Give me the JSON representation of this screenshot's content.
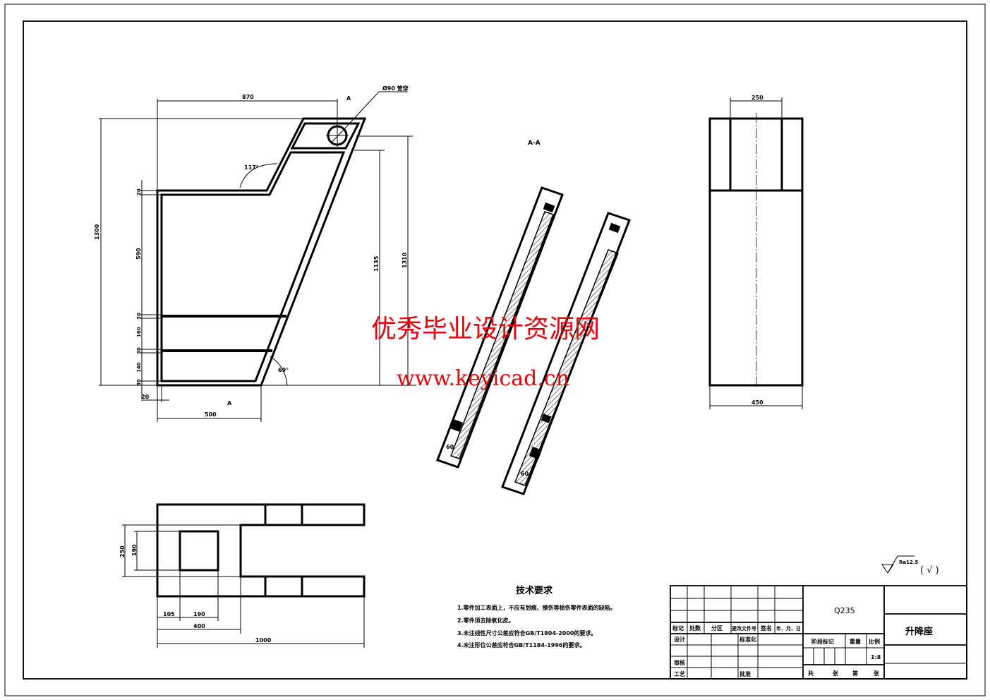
{
  "front_view": {
    "dims": {
      "width_top": "870",
      "height_total": "1300",
      "h_1135": "1135",
      "h_1310": "1310",
      "d_20_top": "20",
      "d_590": "590",
      "d_30_a": "30",
      "d_160": "160",
      "d_30_b": "30",
      "d_140": "140",
      "d_30_c": "30",
      "d_20_left": "20",
      "width_bottom": "500"
    },
    "angle_top": "117°",
    "angle_bottom": "69°",
    "pipe_note": "Ø90 管穿",
    "section_mark_top": "A",
    "section_mark_bottom": "A"
  },
  "section_view": {
    "title": "A-A",
    "dim_left": "60",
    "dim_right": "60"
  },
  "side_view": {
    "dim_top": "250",
    "dim_bottom": "450"
  },
  "plan_view": {
    "dim_250": "250",
    "dim_190_v": "190",
    "dim_105": "105",
    "dim_190_h": "190",
    "dim_400": "400",
    "dim_1000": "1000"
  },
  "watermark": {
    "line1": "优秀毕业设计资源网",
    "line2": "www.keyicad.cn"
  },
  "roughness": {
    "value": "Ra12.5",
    "other": "( √ )"
  },
  "tech_requirements": {
    "title": "技术要求",
    "items": [
      "1.零件加工表面上，不应有划痕、擦伤等损伤零件表面的缺陷。",
      "2.零件须去除氧化皮。",
      "3.未注线性尺寸公差应符合GB/T1804-2000的要求。",
      "4.未注形位公差应符合GB/T1184-1996的要求。"
    ]
  },
  "title_block": {
    "material": "Q235",
    "part_name": "升降座",
    "headers": [
      "标记",
      "处数",
      "分区",
      "更改文件号",
      "签名",
      "年、月、日"
    ],
    "design": "设计",
    "standardization": "标准化",
    "review": "审核",
    "process": "工艺",
    "approve": "批准",
    "stage_mark": "阶段标记",
    "weight": "重量",
    "scale_label": "比例",
    "scale": "1:8",
    "sheets": [
      "共",
      "张",
      "第",
      "张"
    ]
  }
}
